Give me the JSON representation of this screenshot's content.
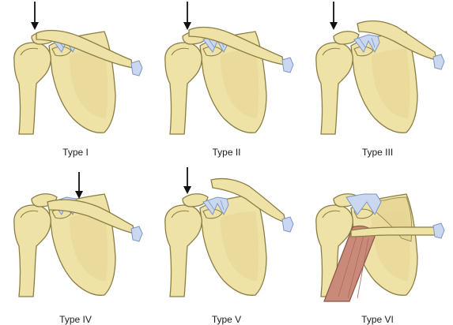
{
  "figure": {
    "panels": [
      {
        "label": "Type I"
      },
      {
        "label": "Type II"
      },
      {
        "label": "Type III"
      },
      {
        "label": "Type IV"
      },
      {
        "label": "Type V"
      },
      {
        "label": "Type VI"
      }
    ]
  },
  "colors": {
    "bone_fill": "#efe2a6",
    "bone_stroke": "#8b7e45",
    "bone_shadow": "#d9c67c",
    "ligament_fill": "#c9d8f0",
    "ligament_stroke": "#7f95c2",
    "muscle_fill": "#c98a7a",
    "arrow": "#111111"
  }
}
